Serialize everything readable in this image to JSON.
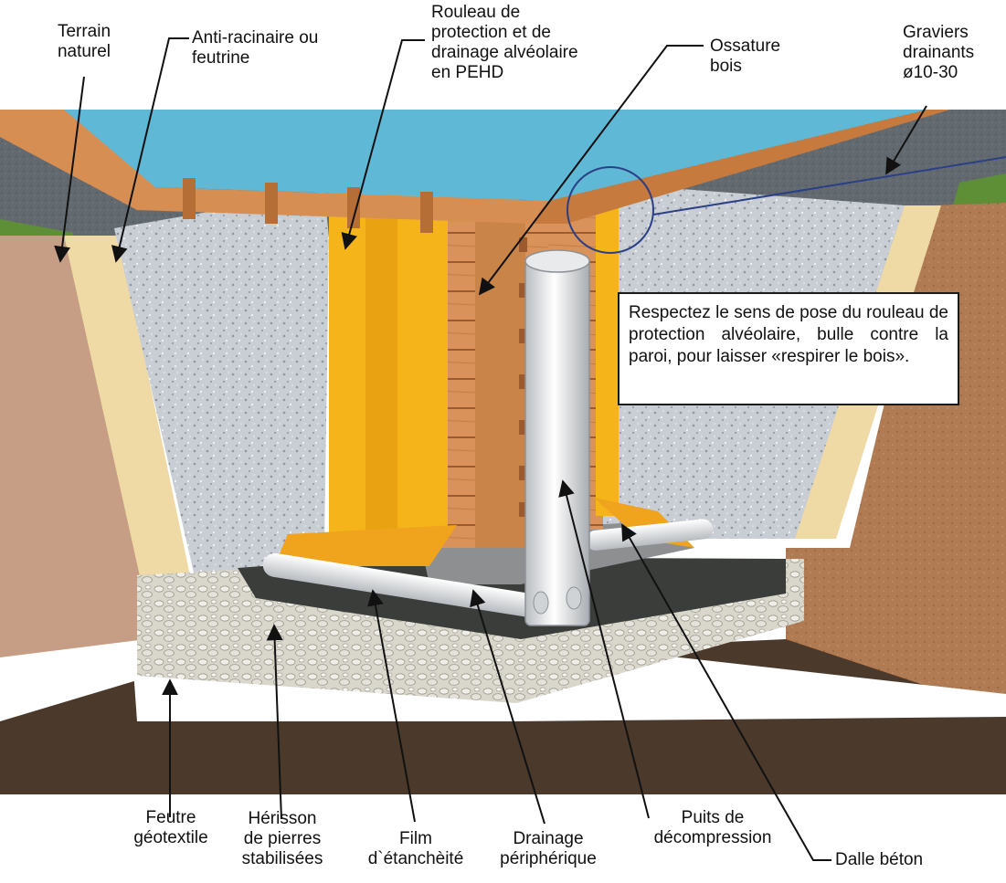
{
  "labels": {
    "terrain": "Terrain\nnaturel",
    "anti": "Anti-racinaire ou\nfeutrine",
    "rouleau": "Rouleau de\nprotection et de\ndrainage alvéolaire\nen PEHD",
    "ossature": "Ossature\nbois",
    "graviers": "Graviers\ndrainants\nø10-30",
    "feutre": "Feutre\ngéotextile",
    "herisson": "Hérisson\nde pierres\nstabilisées",
    "film": "Film\nd`étanchèité",
    "drainage": "Drainage\npériphérique",
    "puits": "Puits de\ndécompression",
    "dalle": "Dalle béton"
  },
  "note": "Respectez le sens de pose du rouleau de protection alvéolaire, bulle contre la paroi, pour laisser «respirer le bois».",
  "colors": {
    "pool_water": "#5fb8d6",
    "wood": "#d9925a",
    "protection_roll": "#f4b41a",
    "gravel": "#c9ced3",
    "soil": "#b07a52",
    "concrete": "#8d8f91",
    "geotextile": "#ffffff",
    "circle": "#2a3f86"
  }
}
